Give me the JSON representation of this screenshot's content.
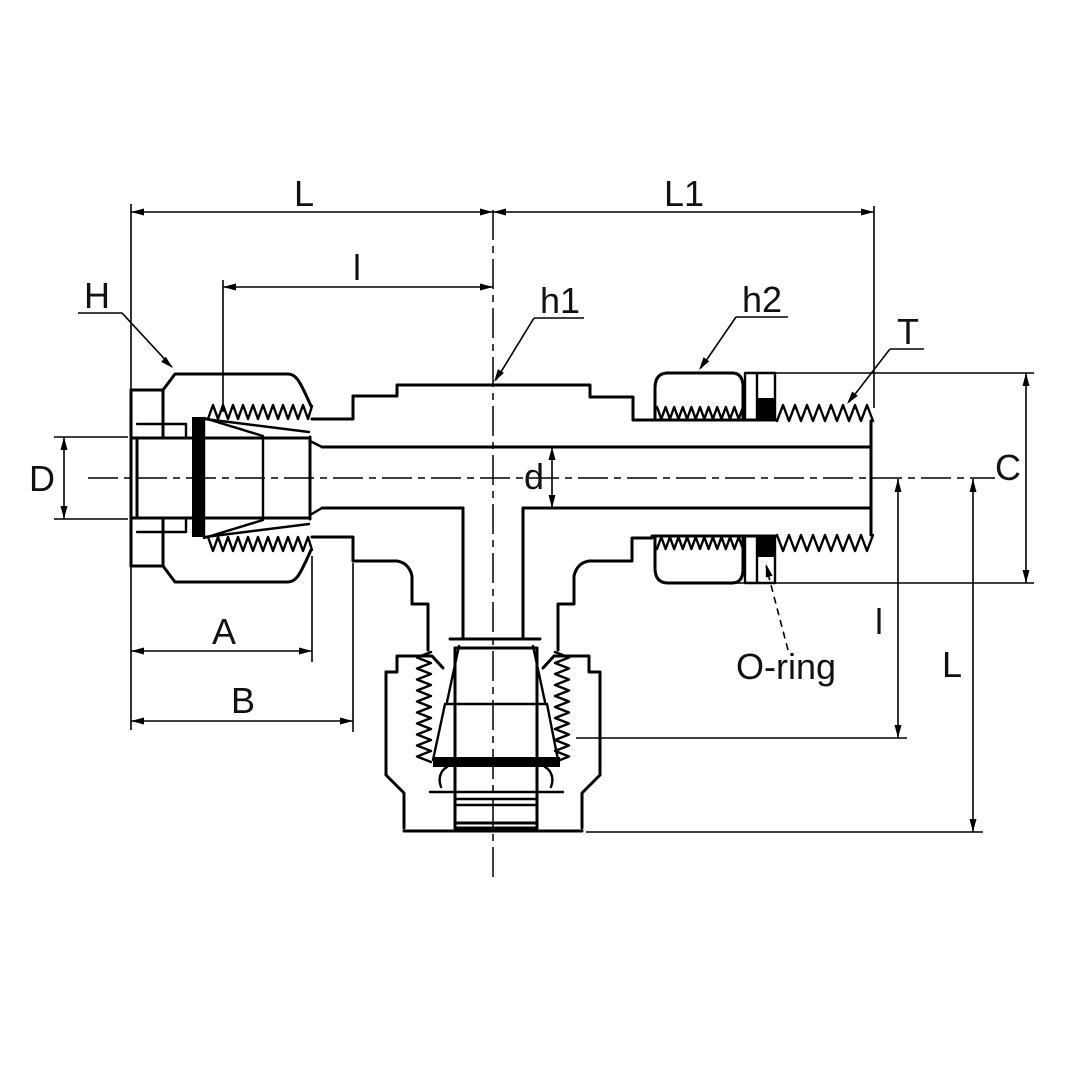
{
  "drawing": {
    "background": "#ffffff",
    "line_color": "#000000",
    "labels": {
      "dim_L_top": "L",
      "dim_L1": "L1",
      "dim_l_top": "l",
      "label_H": "H",
      "label_h1": "h1",
      "label_h2": "h2",
      "label_T": "T",
      "dim_D": "D",
      "dim_d": "d",
      "dim_C": "C",
      "dim_A": "A",
      "dim_B": "B",
      "label_O_ring": "O-ring",
      "dim_l_right": "l",
      "dim_L_right": "L"
    }
  }
}
